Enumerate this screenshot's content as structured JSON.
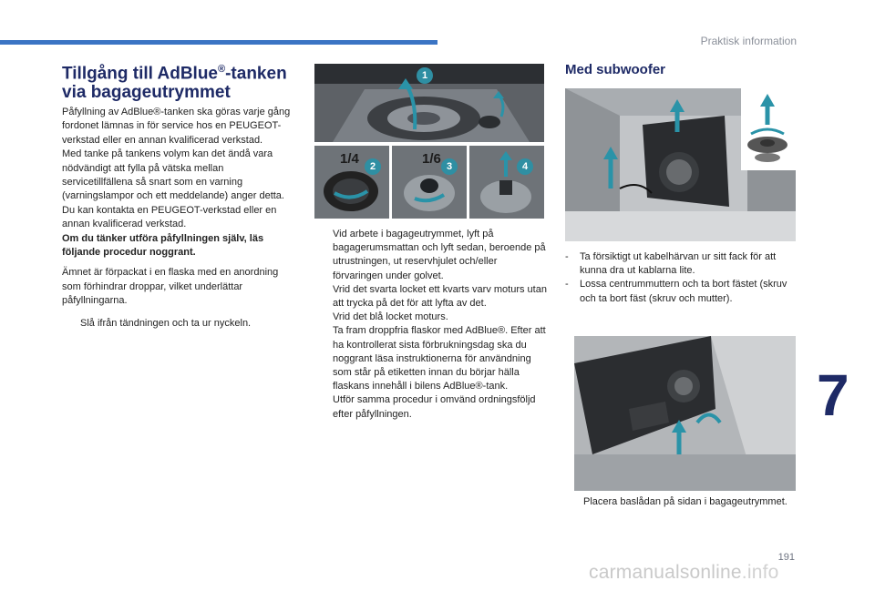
{
  "header": {
    "section": "Praktisk information"
  },
  "chapter": "7",
  "page_number": "191",
  "watermark": {
    "part1": "carmanualsonline",
    "part2": ".info"
  },
  "title": {
    "line1": "Tillgång till AdBlue",
    "reg": "®",
    "line1_end": "-tanken",
    "line2": "via bagageutrymmet"
  },
  "intro": {
    "p1": "Påfyllning av AdBlue®-tanken ska göras varje gång fordonet lämnas in för service hos en PEUGEOT-verkstad eller en annan kvalificerad verkstad.",
    "p2": "Med tanke på tankens volym kan det ändå vara nödvändigt att fylla på vätska mellan servicetillfällena så snart som en varning (varningslampor och ett meddelande) anger detta.",
    "p3": "Du kan kontakta en PEUGEOT-verkstad eller en annan kvalificerad verkstad.",
    "p4_bold": "Om du tänker utföra påfyllningen själv, läs följande procedur noggrant.",
    "p5": "Ämnet är förpackat i en flaska med en anordning som förhindrar droppar, vilket underlättar påfyllningarna.",
    "bullet1": "Slå ifrån tändningen och ta ur nyckeln."
  },
  "bullet_marker": "",
  "steps": [
    "Vid arbete i bagageutrymmet, lyft på bagagerumsmattan och lyft sedan, beroende på utrustningen, ut reservhjulet och/eller förvaringen under golvet.",
    "Vrid det svarta locket ett kvarts varv moturs utan att trycka på det för att lyfta av det.",
    "Vrid det blå locket moturs.",
    "Ta fram droppfria flaskor med AdBlue®. Efter att ha kontrollerat sista förbrukningsdag ska du noggrant läsa instruktionerna för användning som står på etiketten innan du börjar hälla flaskans innehåll i bilens AdBlue®-tank.",
    "Utför samma procedur i omvänd ordningsföljd efter påfyllningen."
  ],
  "subwoofer": {
    "heading": "Med subwoofer",
    "dash": "-",
    "dash_items": [
      "Ta försiktigt ut kabelhärvan ur sitt fack för att kunna dra ut kablarna lite.",
      "Lossa centrummuttern och ta bort fästet (skruv och ta bort fäst (skruv och mutter)."
    ],
    "final_bullet": "Placera baslådan på sidan i bagageutrymmet."
  },
  "figure_labels": {
    "badge1": "1",
    "badge2": "2",
    "badge3": "3",
    "badge4": "4",
    "quarter": "1/4",
    "sixth": "1/6"
  },
  "colors": {
    "brand_blue": "#1e2a66",
    "accent_blue": "#3b74c4",
    "badge_teal": "#2f8fa3",
    "arrow_teal": "#2a93a8"
  }
}
